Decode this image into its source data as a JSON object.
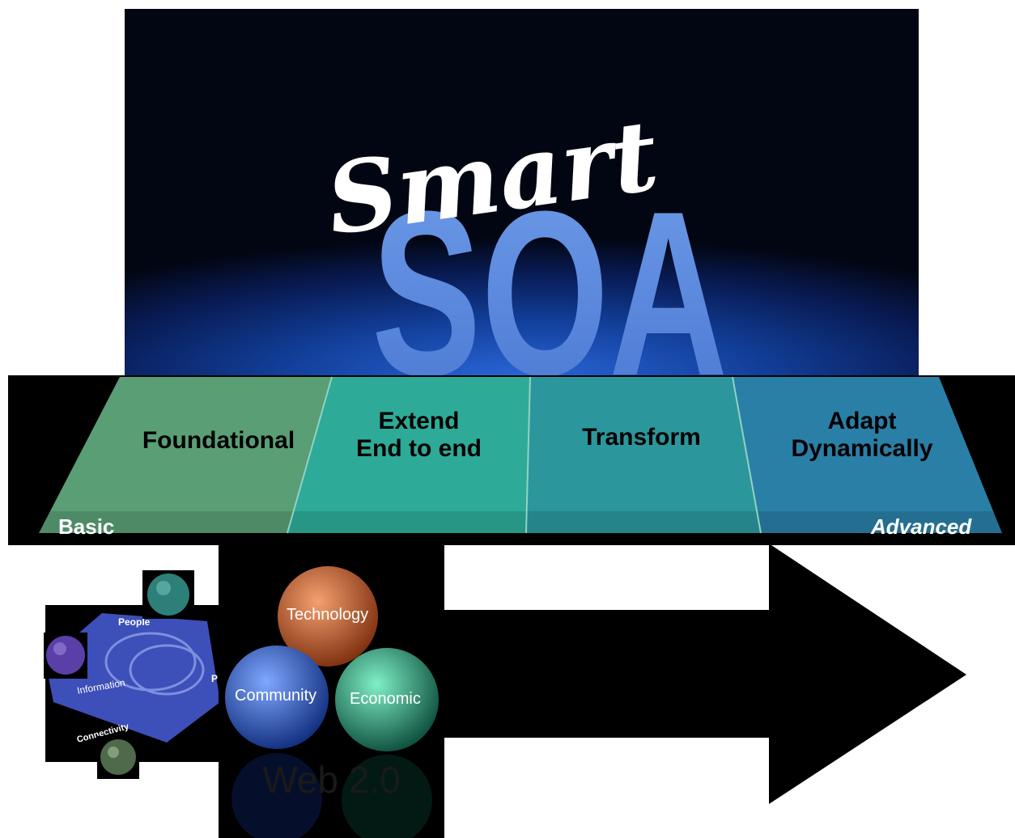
{
  "logo": {
    "script": "Smart",
    "main": "SOA"
  },
  "stages": [
    {
      "label": "Foundational",
      "color": "#5a9e76"
    },
    {
      "label": "Extend\nEnd to end",
      "color": "#2eab98"
    },
    {
      "label": "Transform",
      "color": "#2b979c"
    },
    {
      "label": "Adapt\nDynamically",
      "color": "#2a7fa6"
    }
  ],
  "axis": {
    "start": "Basic",
    "end": "Advanced"
  },
  "people_graphic": {
    "labels": [
      "People",
      "Information",
      "Connectivity",
      "P"
    ]
  },
  "web_graphic": {
    "spheres": [
      "Technology",
      "Community",
      "Economic"
    ],
    "caption": "Web 2.0"
  },
  "arrow": {
    "color": "#000000"
  }
}
